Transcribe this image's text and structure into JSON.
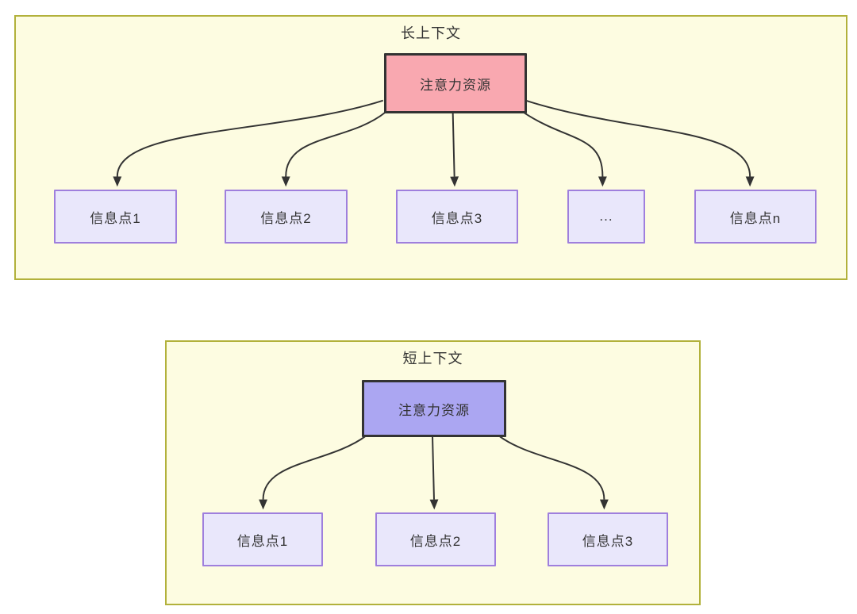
{
  "colors": {
    "container_fill": "#fdfce1",
    "container_border": "#b2b13b",
    "attention_long_fill": "#f9a8b0",
    "attention_short_fill": "#aba6f2",
    "info_fill": "#e9e7fb",
    "info_border": "#9f7fdd",
    "arrow_line": "#333333",
    "text": "#333333"
  },
  "diagrams": [
    {
      "title": "长上下文",
      "attention": {
        "label": "注意力资源"
      },
      "children": [
        {
          "label": "信息点1"
        },
        {
          "label": "信息点2"
        },
        {
          "label": "信息点3"
        },
        {
          "label": "..."
        },
        {
          "label": "信息点n"
        }
      ]
    },
    {
      "title": "短上下文",
      "attention": {
        "label": "注意力资源"
      },
      "children": [
        {
          "label": "信息点1"
        },
        {
          "label": "信息点2"
        },
        {
          "label": "信息点3"
        }
      ]
    }
  ]
}
